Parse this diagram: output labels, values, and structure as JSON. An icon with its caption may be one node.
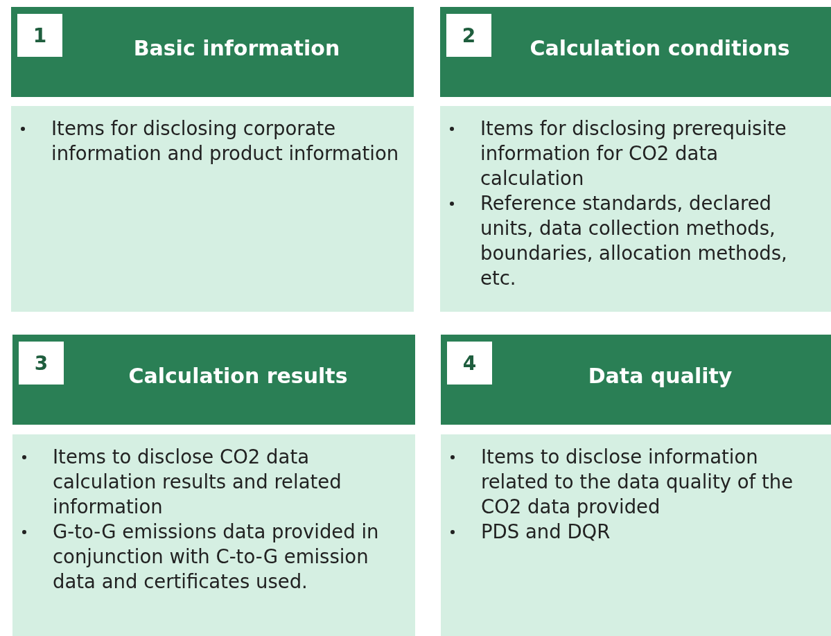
{
  "diagram": {
    "nodes": [
      {
        "text": [
          "Basic information"
        ]
      },
      {
        "text": [
          "1"
        ],
        "in": 0
      },
      {
        "text": [
          "Items for disclosing corporate information and product information"
        ]
      },
      {
        "text": [
          "Calculation conditions"
        ]
      },
      {
        "text": [
          "2"
        ],
        "in": 3
      },
      {
        "text": [
          "Items for disclosing prerequisite information for CO2 data calculation",
          "Reference standards, declared units, data collection methods, boundaries, allocation methods, etc."
        ]
      },
      {
        "text": [
          "Calculation results"
        ]
      },
      {
        "text": [
          "3"
        ],
        "in": 6
      },
      {
        "text": [
          "Items to disclose CO2 data calculation results and related information",
          "G-to-G emissions data provided in conjunction with C-to-G emission data and certificates used."
        ]
      },
      {
        "text": [
          "Data quality"
        ]
      },
      {
        "text": [
          "4"
        ],
        "in": 9
      },
      {
        "text": [
          "Items to disclose information related to the data quality of the CO2 data provided",
          "PDS and DQR"
        ]
      }
    ],
    "edges": []
  }
}
